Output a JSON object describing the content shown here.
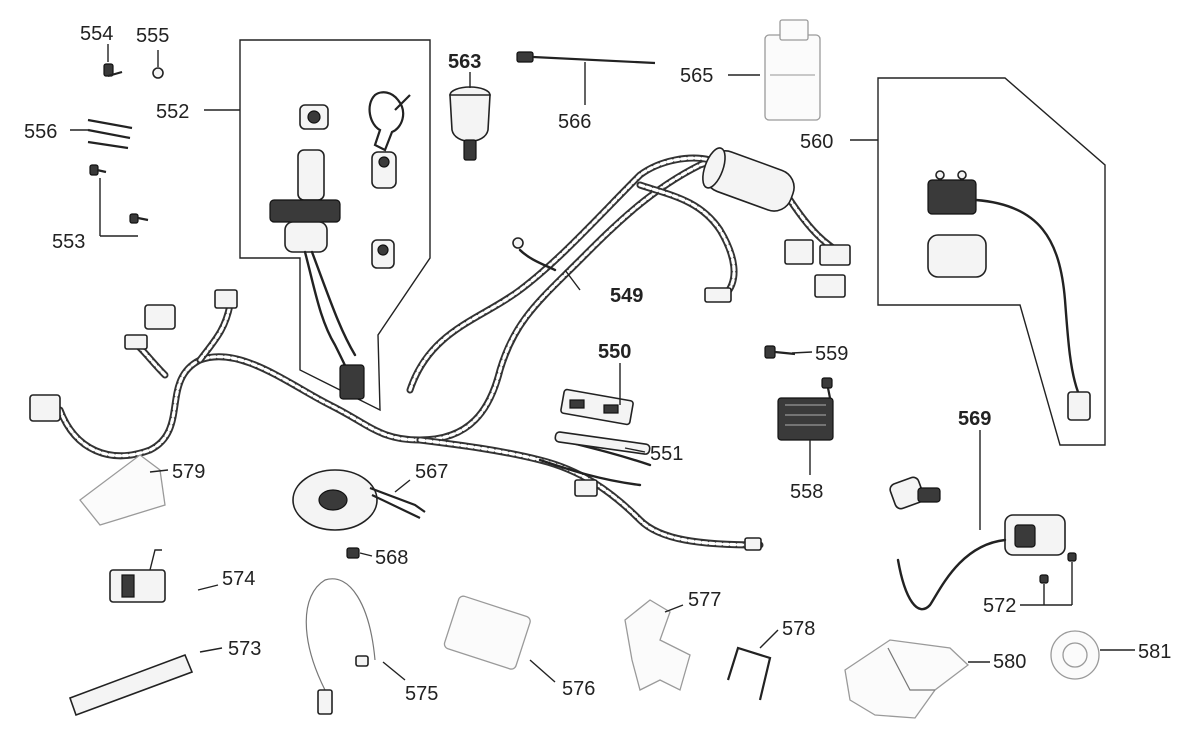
{
  "diagram": {
    "callouts": {
      "p549": "549",
      "p550": "550",
      "p551": "551",
      "p552": "552",
      "p553": "553",
      "p554": "554",
      "p555": "555",
      "p556": "556",
      "p558": "558",
      "p559": "559",
      "p560": "560",
      "p563": "563",
      "p565": "565",
      "p566": "566",
      "p567": "567",
      "p568": "568",
      "p569": "569",
      "p572": "572",
      "p573": "573",
      "p574": "574",
      "p575": "575",
      "p576": "576",
      "p577": "577",
      "p578": "578",
      "p579": "579",
      "p580": "580",
      "p581": "581"
    }
  }
}
